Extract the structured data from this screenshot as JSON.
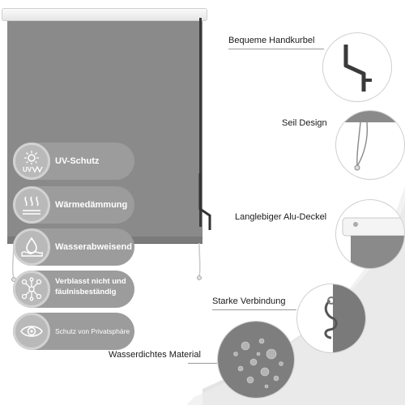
{
  "features": [
    {
      "label": "UV-Schutz",
      "icon": "uv-protection-icon"
    },
    {
      "label": "Wärmedämmung",
      "icon": "heat-waves-icon"
    },
    {
      "label": "Wasserabweisend",
      "icon": "water-drop-icon"
    },
    {
      "label_line1": "Verblasst nicht und",
      "label_line2": "fäulnisbeständig",
      "icon": "molecule-icon"
    },
    {
      "label": "Schutz von Privatsphäre",
      "icon": "eye-icon"
    }
  ],
  "callouts": {
    "crank": "Bequeme Handkurbel",
    "rope": "Seil Design",
    "cover": "Langlebiger Alu-Deckel",
    "connection": "Starke Verbindung",
    "material": "Wasserdichtes Material"
  },
  "colors": {
    "fabric": "#8a8a8a",
    "feature_bg": "#9c9c9c",
    "feature_icon_bg": "#b9b9b9"
  }
}
